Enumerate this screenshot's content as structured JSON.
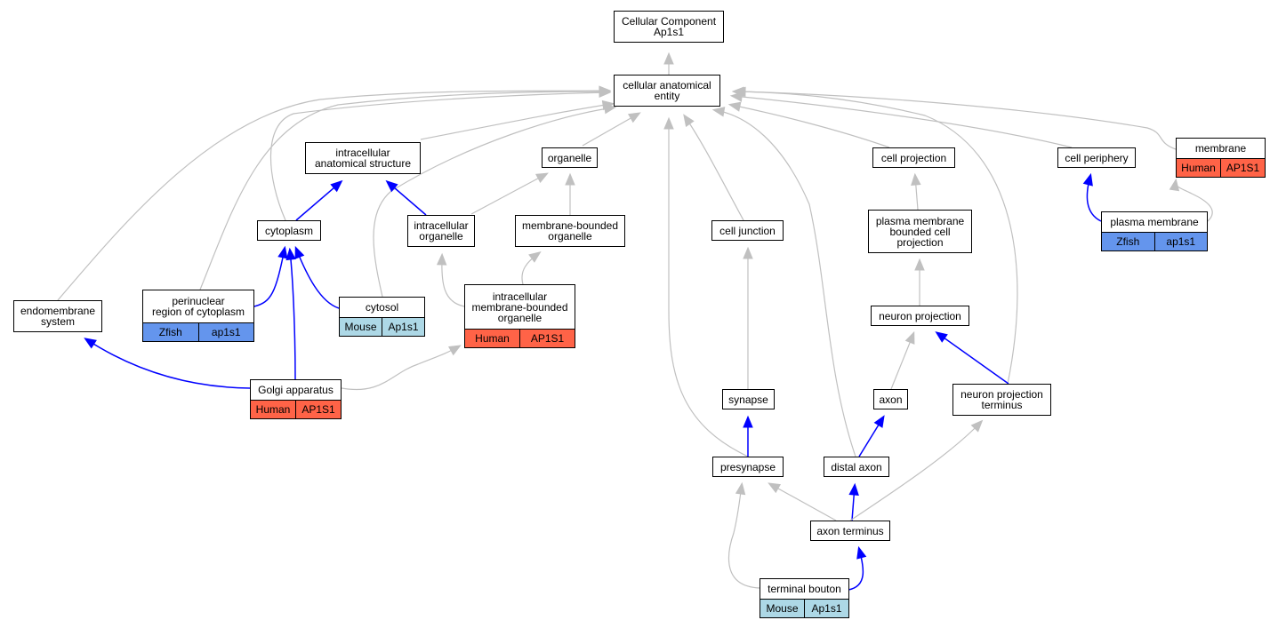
{
  "colors": {
    "human": "#ff6347",
    "zfish": "#6495ed",
    "mouse": "#add8e6",
    "is_a_edge": "#c0c0c0",
    "part_of_edge": "#0000ff"
  },
  "nodes": {
    "root": {
      "label": "Cellular Component\nAp1s1"
    },
    "cae": {
      "label": "cellular anatomical\nentity"
    },
    "ias": {
      "label": "intracellular\nanatomical structure"
    },
    "organelle": {
      "label": "organelle"
    },
    "cellproj": {
      "label": "cell projection"
    },
    "cellper": {
      "label": "cell periphery"
    },
    "membrane": {
      "label": "membrane",
      "species": "Human",
      "gene": "AP1S1"
    },
    "cytoplasm": {
      "label": "cytoplasm"
    },
    "intorg": {
      "label": "intracellular\norganelle"
    },
    "mbo": {
      "label": "membrane-bounded\norganelle"
    },
    "celljunc": {
      "label": "cell junction"
    },
    "pmbcp": {
      "label": "plasma membrane\nbounded cell\nprojection"
    },
    "pm": {
      "label": "plasma membrane",
      "species": "Zfish",
      "gene": "ap1s1"
    },
    "endo": {
      "label": "endomembrane\nsystem"
    },
    "perinuc": {
      "label": "perinuclear\nregion of cytoplasm",
      "species": "Zfish",
      "gene": "ap1s1"
    },
    "cytosol": {
      "label": "cytosol",
      "species": "Mouse",
      "gene": "Ap1s1"
    },
    "imbo": {
      "label": "intracellular\nmembrane-bounded\norganelle",
      "species": "Human",
      "gene": "AP1S1"
    },
    "neuproj": {
      "label": "neuron projection"
    },
    "golgi": {
      "label": "Golgi apparatus",
      "species": "Human",
      "gene": "AP1S1"
    },
    "synapse": {
      "label": "synapse"
    },
    "axon": {
      "label": "axon"
    },
    "npt": {
      "label": "neuron projection\nterminus"
    },
    "presyn": {
      "label": "presynapse"
    },
    "distaxon": {
      "label": "distal axon"
    },
    "axonterm": {
      "label": "axon terminus"
    },
    "termbouton": {
      "label": "terminal bouton",
      "species": "Mouse",
      "gene": "Ap1s1"
    }
  },
  "edges": [
    {
      "from": "cae",
      "to": "root",
      "rel": "is_a"
    },
    {
      "from": "ias",
      "to": "cae",
      "rel": "is_a"
    },
    {
      "from": "organelle",
      "to": "cae",
      "rel": "is_a"
    },
    {
      "from": "cellproj",
      "to": "cae",
      "rel": "is_a"
    },
    {
      "from": "cellper",
      "to": "cae",
      "rel": "is_a"
    },
    {
      "from": "membrane",
      "to": "cae",
      "rel": "is_a"
    },
    {
      "from": "cytoplasm",
      "to": "cae",
      "rel": "is_a"
    },
    {
      "from": "endo",
      "to": "cae",
      "rel": "is_a"
    },
    {
      "from": "perinuc",
      "to": "cae",
      "rel": "is_a"
    },
    {
      "from": "cytosol",
      "to": "cae",
      "rel": "is_a"
    },
    {
      "from": "celljunc",
      "to": "cae",
      "rel": "is_a"
    },
    {
      "from": "presyn",
      "to": "cae",
      "rel": "is_a"
    },
    {
      "from": "distaxon",
      "to": "cae",
      "rel": "is_a"
    },
    {
      "from": "npt",
      "to": "cae",
      "rel": "is_a"
    },
    {
      "from": "cytoplasm",
      "to": "ias",
      "rel": "part_of"
    },
    {
      "from": "intorg",
      "to": "ias",
      "rel": "part_of"
    },
    {
      "from": "intorg",
      "to": "organelle",
      "rel": "is_a"
    },
    {
      "from": "mbo",
      "to": "organelle",
      "rel": "is_a"
    },
    {
      "from": "pmbcp",
      "to": "cellproj",
      "rel": "is_a"
    },
    {
      "from": "pm",
      "to": "cellper",
      "rel": "part_of"
    },
    {
      "from": "pm",
      "to": "membrane",
      "rel": "is_a"
    },
    {
      "from": "perinuc",
      "to": "cytoplasm",
      "rel": "part_of"
    },
    {
      "from": "cytosol",
      "to": "cytoplasm",
      "rel": "part_of"
    },
    {
      "from": "golgi",
      "to": "cytoplasm",
      "rel": "part_of"
    },
    {
      "from": "golgi",
      "to": "endo",
      "rel": "part_of"
    },
    {
      "from": "golgi",
      "to": "imbo",
      "rel": "is_a"
    },
    {
      "from": "imbo",
      "to": "intorg",
      "rel": "is_a"
    },
    {
      "from": "imbo",
      "to": "mbo",
      "rel": "is_a"
    },
    {
      "from": "neuproj",
      "to": "pmbcp",
      "rel": "is_a"
    },
    {
      "from": "synapse",
      "to": "celljunc",
      "rel": "is_a"
    },
    {
      "from": "axon",
      "to": "neuproj",
      "rel": "is_a"
    },
    {
      "from": "npt",
      "to": "neuproj",
      "rel": "part_of"
    },
    {
      "from": "presyn",
      "to": "synapse",
      "rel": "part_of"
    },
    {
      "from": "distaxon",
      "to": "axon",
      "rel": "part_of"
    },
    {
      "from": "axonterm",
      "to": "distaxon",
      "rel": "part_of"
    },
    {
      "from": "axonterm",
      "to": "presyn",
      "rel": "is_a"
    },
    {
      "from": "axonterm",
      "to": "npt",
      "rel": "is_a"
    },
    {
      "from": "termbouton",
      "to": "axonterm",
      "rel": "part_of"
    },
    {
      "from": "termbouton",
      "to": "presyn",
      "rel": "is_a"
    }
  ]
}
